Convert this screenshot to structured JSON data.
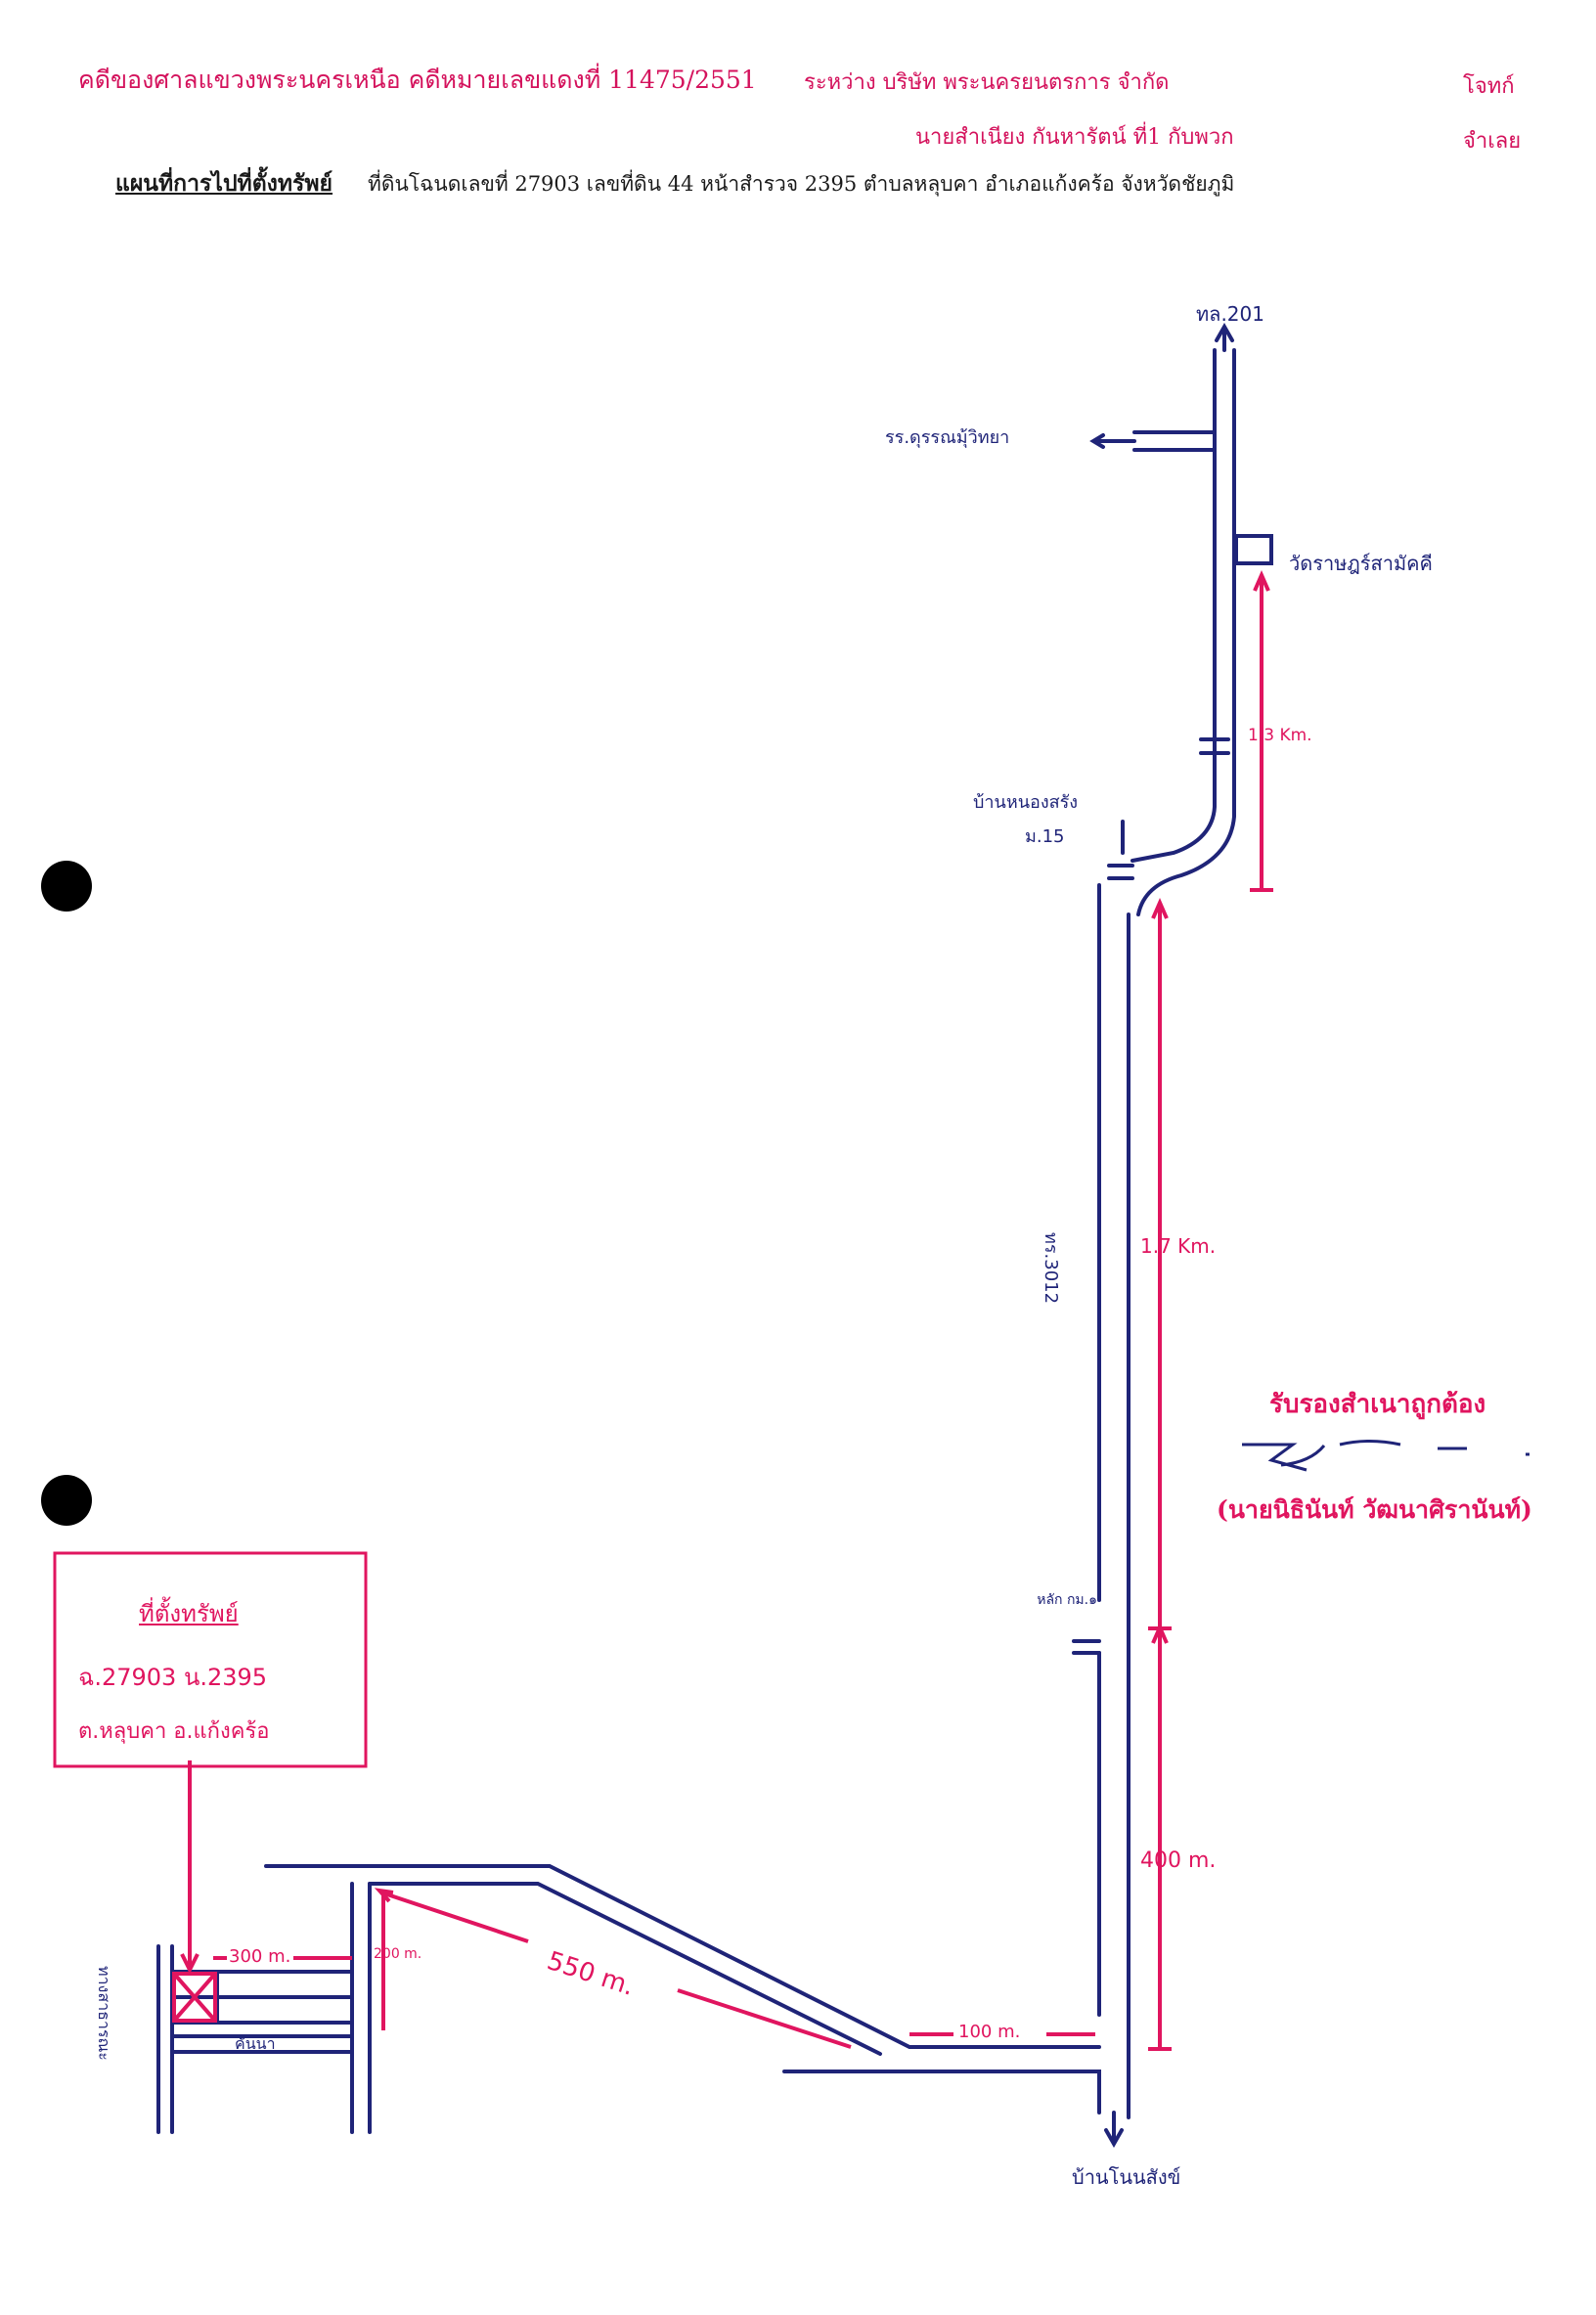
{
  "header": {
    "court_case": "คดีของศาลแขวงพระนครเหนือ คดีหมายเลขแดงที่ 11475/2551",
    "between_company": "ระหว่าง บริษัท พระนครยนตรการ จำกัด",
    "plaintiff_role": "โจทก์",
    "defendant": "นายสำเนียง กันหารัตน์ ที่1 กับพวก",
    "defendant_role": "จำเลย",
    "map_title": "แผนที่การไปที่ตั้งทรัพย์",
    "map_subtitle": "ที่ดินโฉนดเลขที่ 27903 เลขที่ดิน 44 หน้าสำรวจ 2395 ตำบลหลุบคา อำเภอแก้งคร้อ จังหวัดชัยภูมิ"
  },
  "labels": {
    "highway_top": "ทล.201",
    "school": "รร.ดุรรณมุ้วิทยา",
    "temple": "วัดราษฎร์สามัคคี",
    "dist_1_3": "1.3 Km.",
    "village_nong": "บ้านหนองสรัง",
    "village_moo": "ม.15",
    "road_3012": "ทร.3012",
    "dist_1_7": "1.7 Km.",
    "km_marker": "หลัก กม.๑",
    "dist_400": "400 m.",
    "dist_550": "550 m.",
    "dist_100": "100 m.",
    "dist_300": "300 m.",
    "dist_200": "200 m.",
    "village_bottom": "บ้านโนนสังข์",
    "canal": "คันนา",
    "side_road": "ทางสาธารณะ"
  },
  "property_box": {
    "title": "ที่ตั้งทรัพย์",
    "line1": "ฉ.27903 น.2395",
    "line2": "ต.หลุบคา อ.แก้งคร้อ"
  },
  "certification": {
    "title": "รับรองสำเนาถูกต้อง",
    "name": "(นายนิธินันท์ วัฒนาศิรานันท์)"
  },
  "colors": {
    "road": "#1f2478",
    "annotation": "#e0155f",
    "header_magenta": "#d4125c"
  }
}
